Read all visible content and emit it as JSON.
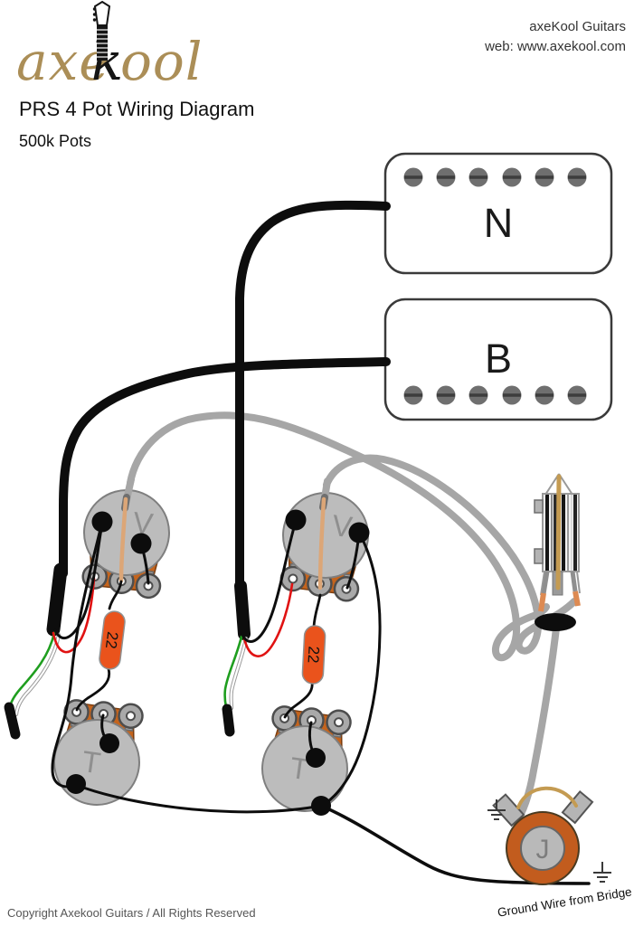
{
  "header": {
    "logo_pre": "axe",
    "logo_k": "k",
    "logo_post": "ool",
    "brand_name": "axeKool Guitars",
    "brand_web": "web: www.axekool.com",
    "title": "PRS 4 Pot Wiring Diagram",
    "subtitle": "500k Pots"
  },
  "diagram": {
    "pickups": [
      {
        "id": "neck",
        "label": "N"
      },
      {
        "id": "bridge",
        "label": "B"
      }
    ],
    "pots": [
      {
        "id": "neck-volume",
        "label": "V"
      },
      {
        "id": "bridge-volume",
        "label": "V"
      },
      {
        "id": "neck-tone",
        "label": "T"
      },
      {
        "id": "bridge-tone",
        "label": "T"
      }
    ],
    "capacitors": [
      {
        "id": "neck-tone-cap",
        "label": "22"
      },
      {
        "id": "bridge-tone-cap",
        "label": "22"
      }
    ],
    "jack_label": "J",
    "ground_note": "Ground Wire from Bridge",
    "colors": {
      "logo_gold": "#ab8e57",
      "wire_black": "#0d0d0d",
      "wire_gray": "#a6a6a6",
      "wire_red": "#e01212",
      "wire_green": "#1f9e1f",
      "wire_tan": "#dca677",
      "wire_gold": "#c49b52",
      "pot_body_gray": "#bcbcbc",
      "pot_base_orange": "#c4641d",
      "cap_orange": "#ea531c",
      "jack_ring_orange": "#c25c1e",
      "solder_black": "#0c0c0c"
    }
  },
  "footer": {
    "copyright": "Copyright Axekool Guitars / All Rights Reserved"
  }
}
